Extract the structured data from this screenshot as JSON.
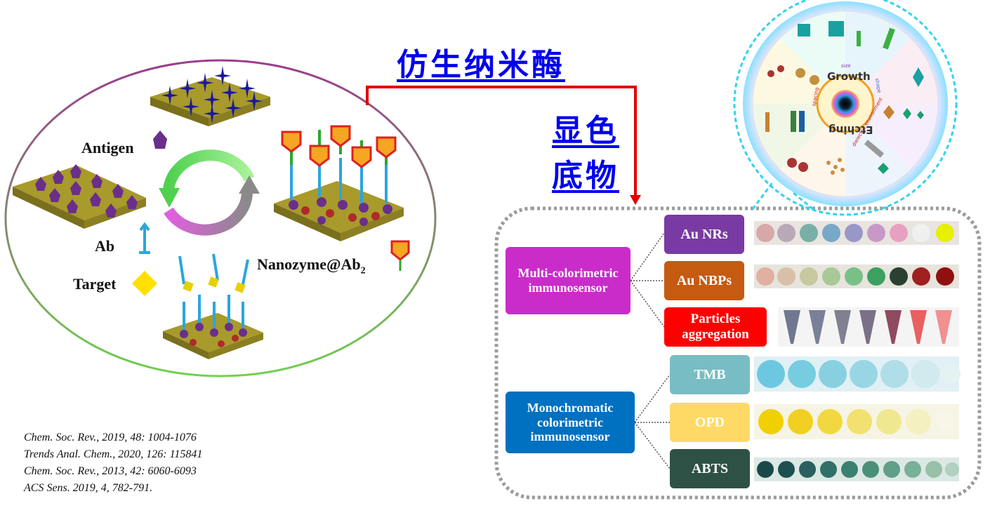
{
  "title_cn": "仿生纳米酶",
  "substrate_cn": [
    "显色",
    "底物"
  ],
  "labels": {
    "antigen": "Antigen",
    "ab": "Ab",
    "target": "Target",
    "nanozyme": "Nanozyme@Ab",
    "nanozyme_sub": "2"
  },
  "wheel": {
    "center_top": "Growth",
    "center_bottom": "Etching",
    "ring_words": [
      "size",
      "shape",
      "dielectric environment",
      "spacing"
    ]
  },
  "categories": {
    "multi": "Multi-colorimetric immunosensor",
    "mono": "Monochromatic colorimetric immunosensor"
  },
  "methods": [
    {
      "label": "Au NRs",
      "color": "#7a3aa3"
    },
    {
      "label": "Au NBPs",
      "color": "#c55a11"
    },
    {
      "label": "Particles aggregation",
      "color": "#ff0000"
    },
    {
      "label": "TMB",
      "color": "#78bcc4"
    },
    {
      "label": "OPD",
      "color": "#ffd966"
    },
    {
      "label": "ABTS",
      "color": "#2e5146"
    }
  ],
  "references": [
    "Chem. Soc. Rev., 2019, 48: 1004-1076",
    "Trends Anal. Chem., 2020, 126: 115841",
    "Chem. Soc. Rev., 2013, 42: 6060-6093",
    "ACS Sens. 2019, 4, 782-791."
  ]
}
